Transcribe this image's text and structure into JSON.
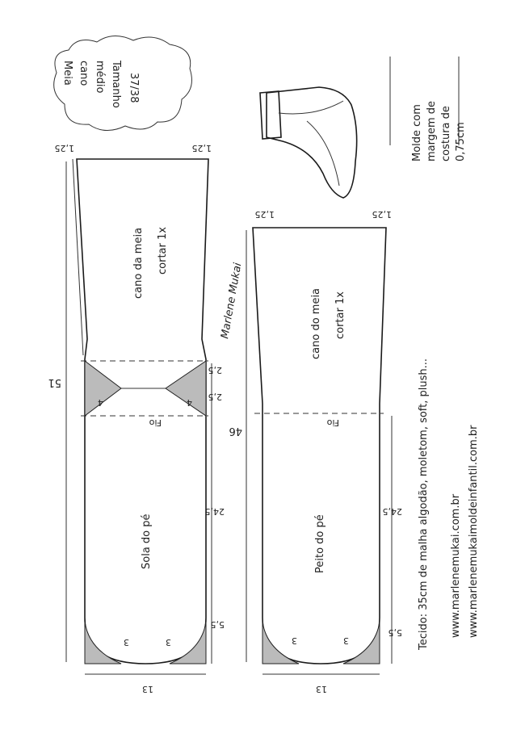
{
  "title": {
    "line1": "Meia",
    "line2": "cano",
    "line3": "médio",
    "line4": "Tamanho",
    "line5": "37/38"
  },
  "note": {
    "line1": "Molde com",
    "line2": "margem de",
    "line3": "costura de",
    "line4": "0,75cm"
  },
  "left_piece": {
    "top_margin_left": "1,25",
    "top_margin_right": "1,25",
    "label1": "cano da meia",
    "label2": "cortar 1x",
    "length": "51",
    "heel_a": "2,5",
    "heel_b": "2,5",
    "heel_left": "4",
    "heel_right": "4",
    "grain": "Fio",
    "foot_label": "Sola do pé",
    "foot_length": "24,5",
    "toe": "5,5",
    "curve_left": "3",
    "curve_right": "3",
    "width": "13"
  },
  "right_piece": {
    "top_margin_left": "1,25",
    "top_margin_right": "1,25",
    "label1": "cano do meia",
    "label2": "cortar 1x",
    "length": "46",
    "grain": "Fio",
    "foot_label": "Peito do pé",
    "foot_length": "24,5",
    "toe": "5,5",
    "curve_left": "3",
    "curve_right": "3",
    "width": "13"
  },
  "fabric": "Tecido: 35cm de malha algodão, moletom, soft, plush...",
  "website1": "www.marlenemukai.com.br",
  "website2": "www.marlenemukaimoldeinfantil.com.br",
  "signature": "Marlene Mukai"
}
